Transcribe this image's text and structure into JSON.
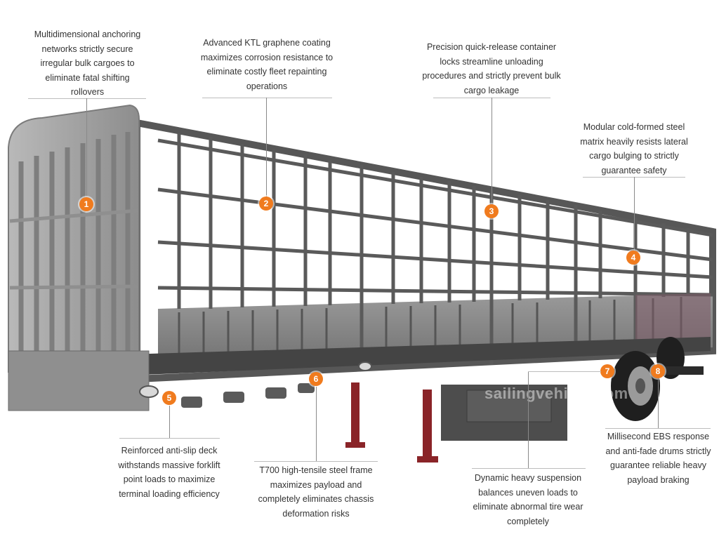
{
  "accent": "#f07b1e",
  "watermark": "sailingvehicle.com",
  "callouts": [
    {
      "num": "1",
      "text": "Multidimensional anchoring networks strictly secure irregular bulk cargoes to eliminate fatal shifting rollovers"
    },
    {
      "num": "2",
      "text": "Advanced KTL graphene coating maximizes corrosion resistance to eliminate costly fleet repainting operations"
    },
    {
      "num": "3",
      "text": "Precision quick-release container locks streamline unloading procedures and strictly prevent bulk cargo leakage"
    },
    {
      "num": "4",
      "text": "Modular cold-formed steel matrix heavily resists lateral cargo bulging to strictly guarantee safety"
    },
    {
      "num": "5",
      "text": "Reinforced anti-slip deck withstands massive forklift point loads to maximize terminal loading efficiency"
    },
    {
      "num": "6",
      "text": "T700 high-tensile steel frame maximizes payload and completely eliminates chassis deformation risks"
    },
    {
      "num": "7",
      "text": "Dynamic heavy suspension balances uneven loads to eliminate abnormal tire wear completely"
    },
    {
      "num": "8",
      "text": "Millisecond EBS response and anti-fade drums strictly guarantee reliable heavy payload braking"
    }
  ]
}
